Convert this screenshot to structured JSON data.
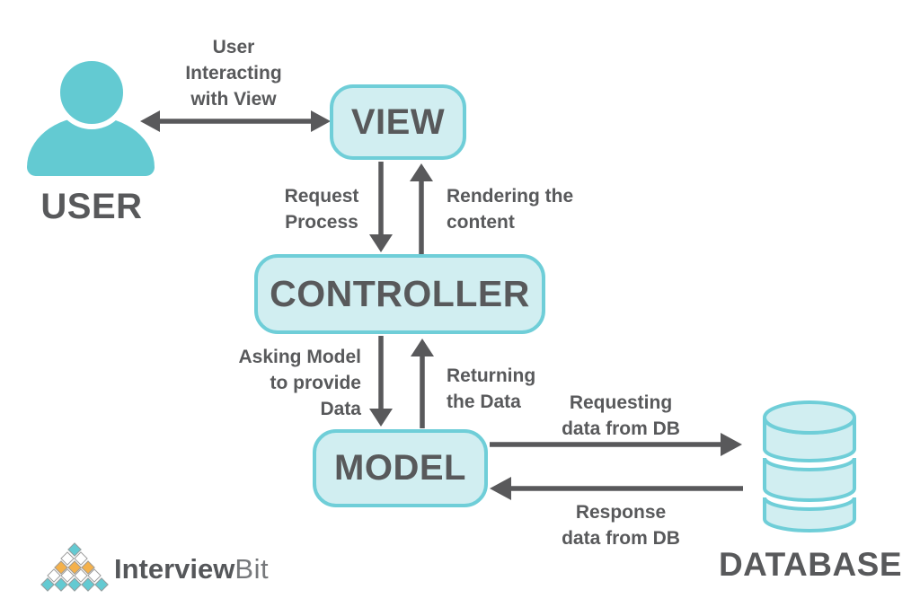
{
  "diagram": {
    "type": "architecture-flow",
    "subject": "MVC pattern with user and database"
  },
  "nodes": {
    "user": {
      "label": "USER"
    },
    "view": {
      "label": "VIEW"
    },
    "controller": {
      "label": "CONTROLLER"
    },
    "model": {
      "label": "MODEL"
    },
    "database": {
      "label": "DATABASE"
    }
  },
  "edges": {
    "user_view": {
      "label": "User\nInteracting\nwith View"
    },
    "view_to_controller": {
      "label": "Request\nProcess"
    },
    "controller_to_view": {
      "label": "Rendering the\ncontent"
    },
    "controller_to_model": {
      "label": "Asking Model\nto provide\nData"
    },
    "model_to_controller": {
      "label": "Returning\nthe Data"
    },
    "model_to_database": {
      "label": "Requesting\ndata from DB"
    },
    "database_to_model": {
      "label": "Response\ndata from DB"
    }
  },
  "logo": {
    "brand_bold": "Interview",
    "brand_light": "Bit"
  },
  "colors": {
    "teal": "#63cad2",
    "node_fill": "#d1eef1",
    "node_border": "#6fced8",
    "text_dark": "#58595b",
    "arrow": "#59595b",
    "logo_orange": "#f4b14b"
  }
}
